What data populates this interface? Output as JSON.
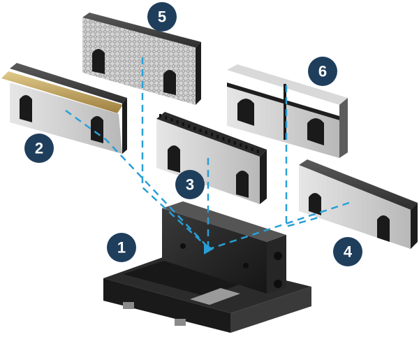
{
  "diagram": {
    "colors": {
      "badge": "#1f3e5c",
      "badge_text": "#ffffff",
      "connector": "#2a9fd6",
      "steel_face": "#c9c9c9",
      "steel_top": "#4a4a4a",
      "steel_dark": "#1c1c1c",
      "brass_strip": "#b89a5a"
    },
    "parts": [
      {
        "id": "1",
        "label": "1",
        "kind": "vise-base"
      },
      {
        "id": "2",
        "label": "2",
        "kind": "jaw-with-brass-strip"
      },
      {
        "id": "3",
        "label": "3",
        "kind": "serrated-jaw"
      },
      {
        "id": "4",
        "label": "4",
        "kind": "smooth-jaw"
      },
      {
        "id": "5",
        "label": "5",
        "kind": "diamond-knurled-jaw"
      },
      {
        "id": "6",
        "label": "6",
        "kind": "v-groove-jaw"
      }
    ]
  }
}
